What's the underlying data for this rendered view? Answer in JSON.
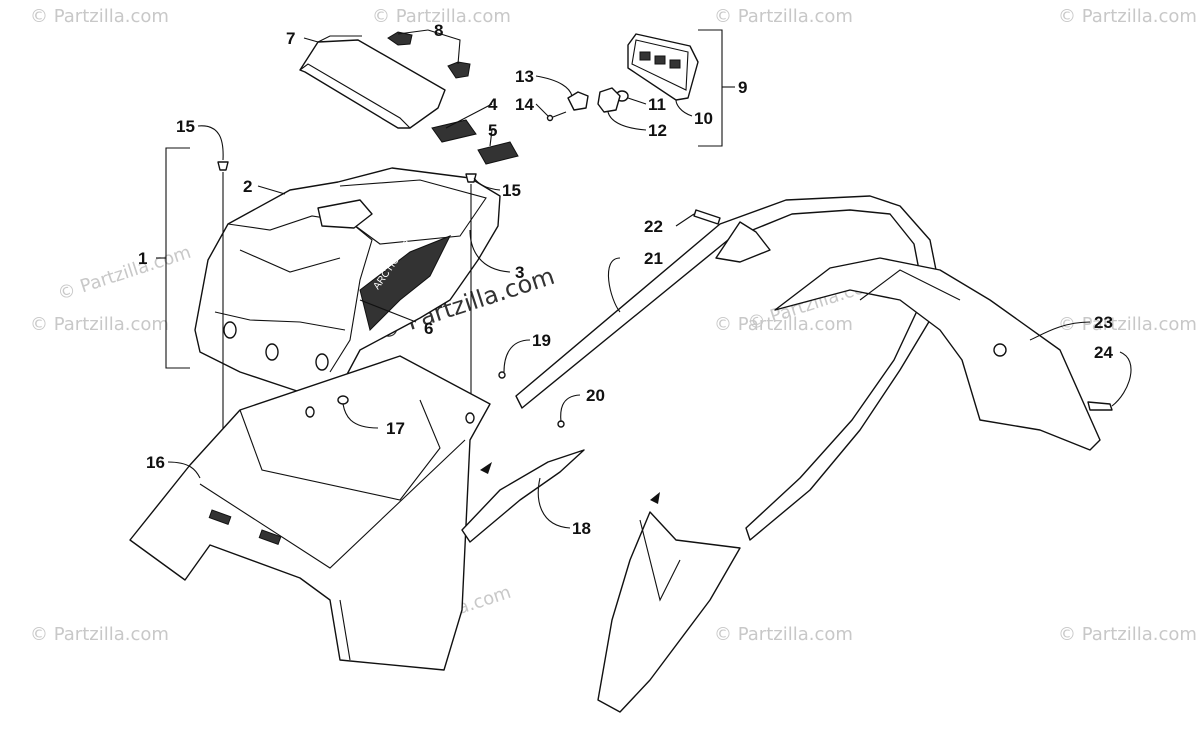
{
  "watermark": {
    "text": "© Partzilla.com",
    "center_text": "© Partzilla.com"
  },
  "callouts": {
    "c1": "1",
    "c2": "2",
    "c3": "3",
    "c4": "4",
    "c5": "5",
    "c6": "6",
    "c7": "7",
    "c8": "8",
    "c9": "9",
    "c10": "10",
    "c11": "11",
    "c12": "12",
    "c13": "13",
    "c14": "14",
    "c15a": "15",
    "c15b": "15",
    "c16": "16",
    "c17": "17",
    "c18": "18",
    "c19": "19",
    "c20": "20",
    "c21": "21",
    "c22": "22",
    "c23": "23",
    "c24": "24"
  },
  "decal_text": "ARCTIC CAT"
}
